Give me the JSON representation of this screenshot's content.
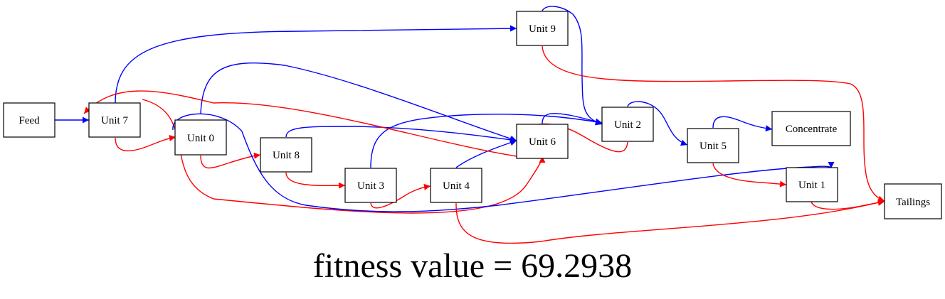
{
  "colors": {
    "blue": "#0000ff",
    "red": "#ff0000",
    "node_border": "#000000"
  },
  "nodes": [
    {
      "id": "feed",
      "label": "Feed"
    },
    {
      "id": "u7",
      "label": "Unit 7"
    },
    {
      "id": "u0",
      "label": "Unit 0"
    },
    {
      "id": "u9",
      "label": "Unit 9"
    },
    {
      "id": "u8",
      "label": "Unit 8"
    },
    {
      "id": "u3",
      "label": "Unit 3"
    },
    {
      "id": "u4",
      "label": "Unit 4"
    },
    {
      "id": "u6",
      "label": "Unit 6"
    },
    {
      "id": "u2",
      "label": "Unit 2"
    },
    {
      "id": "u5",
      "label": "Unit 5"
    },
    {
      "id": "u1",
      "label": "Unit 1"
    },
    {
      "id": "conc",
      "label": "Concentrate"
    },
    {
      "id": "tail",
      "label": "Tailings"
    }
  ],
  "edges": [
    {
      "from": "feed",
      "to": "u7",
      "color": "blue"
    },
    {
      "from": "u7",
      "to": "u9",
      "color": "blue"
    },
    {
      "from": "u7",
      "to": "u0",
      "color": "red"
    },
    {
      "from": "u7",
      "to": "u6",
      "color": "red"
    },
    {
      "from": "u0",
      "to": "u6",
      "color": "blue"
    },
    {
      "from": "u0",
      "to": "u8",
      "color": "red"
    },
    {
      "from": "u0",
      "to": "u1",
      "color": "blue"
    },
    {
      "from": "u9",
      "to": "u2",
      "color": "blue"
    },
    {
      "from": "u9",
      "to": "tail",
      "color": "red"
    },
    {
      "from": "u8",
      "to": "u6",
      "color": "blue"
    },
    {
      "from": "u8",
      "to": "u3",
      "color": "red"
    },
    {
      "from": "u3",
      "to": "u2",
      "color": "blue"
    },
    {
      "from": "u3",
      "to": "u4",
      "color": "red"
    },
    {
      "from": "u4",
      "to": "u6",
      "color": "blue"
    },
    {
      "from": "u4",
      "to": "tail",
      "color": "red"
    },
    {
      "from": "u6",
      "to": "u2",
      "color": "blue"
    },
    {
      "from": "u6",
      "to": "u7",
      "color": "red"
    },
    {
      "from": "u2",
      "to": "u5",
      "color": "blue"
    },
    {
      "from": "u2",
      "to": "u6",
      "color": "red"
    },
    {
      "from": "u5",
      "to": "conc",
      "color": "blue"
    },
    {
      "from": "u5",
      "to": "u1",
      "color": "red"
    },
    {
      "from": "u1",
      "to": "tail",
      "color": "red"
    }
  ],
  "caption": "fitness value = 69.2938"
}
